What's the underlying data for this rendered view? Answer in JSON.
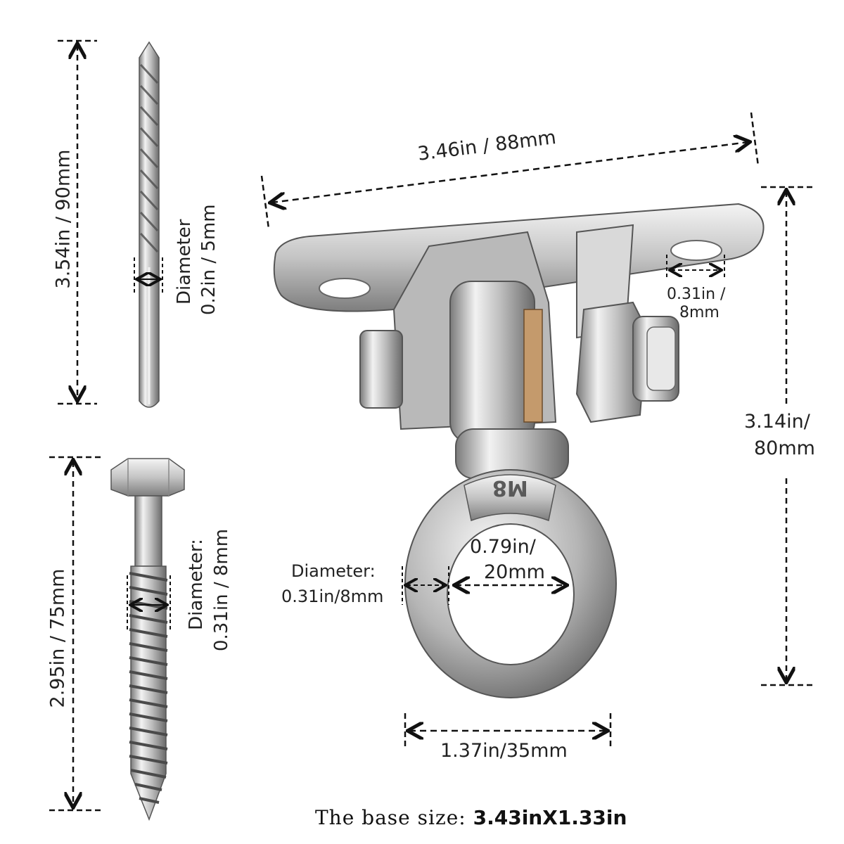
{
  "drill_bit": {
    "length_label": "3.54in / 90mm",
    "diameter_label_1": "Diameter",
    "diameter_label_2": "0.2in / 5mm"
  },
  "lag_screw": {
    "length_label": "2.95in / 75mm",
    "diameter_label_1": "Diameter:",
    "diameter_label_2": "0.31in / 8mm"
  },
  "hanger": {
    "width_label": "3.46in / 88mm",
    "hole_label_1": "0.31in /",
    "hole_label_2": "8mm",
    "height_label_1": "3.14in/",
    "height_label_2": "80mm",
    "ring_inner_label_1": "0.79in/",
    "ring_inner_label_2": "20mm",
    "ring_wire_label_1": "Diameter:",
    "ring_wire_label_2": "0.31in/8mm",
    "ring_outer_label": "1.37in/35mm",
    "stamp": "M8"
  },
  "footer": {
    "prefix": "The base size:",
    "value": "3.43inX1.33in"
  },
  "colors": {
    "steel_light": "#e6e6e6",
    "steel_mid": "#b8b8b8",
    "steel_dark": "#6e6e6e",
    "bronze": "#c49a6c",
    "line": "#111111"
  }
}
